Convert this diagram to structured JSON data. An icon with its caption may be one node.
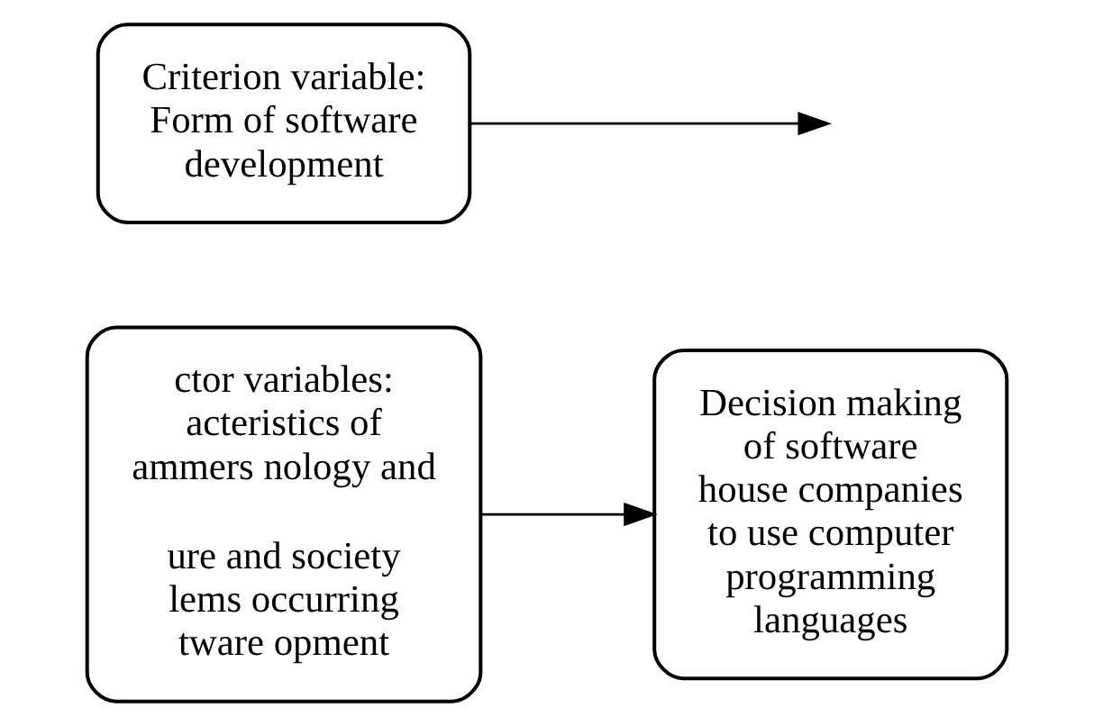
{
  "diagram": {
    "nodes": [
      {
        "text": [
          "ctor variables: acteristics of ammers nology and",
          "ure and society lems occurring tware opment"
        ]
      },
      {
        "text": [
          "Decision making of software house companies to use computer programming languages"
        ]
      },
      {
        "text": [
          "Criterion variable: Form of software development"
        ]
      }
    ],
    "edges": [
      {
        "from": 0,
        "to": 1,
        "arrow": "to"
      },
      {
        "from": 2,
        "to": null,
        "arrow": "to"
      }
    ]
  }
}
